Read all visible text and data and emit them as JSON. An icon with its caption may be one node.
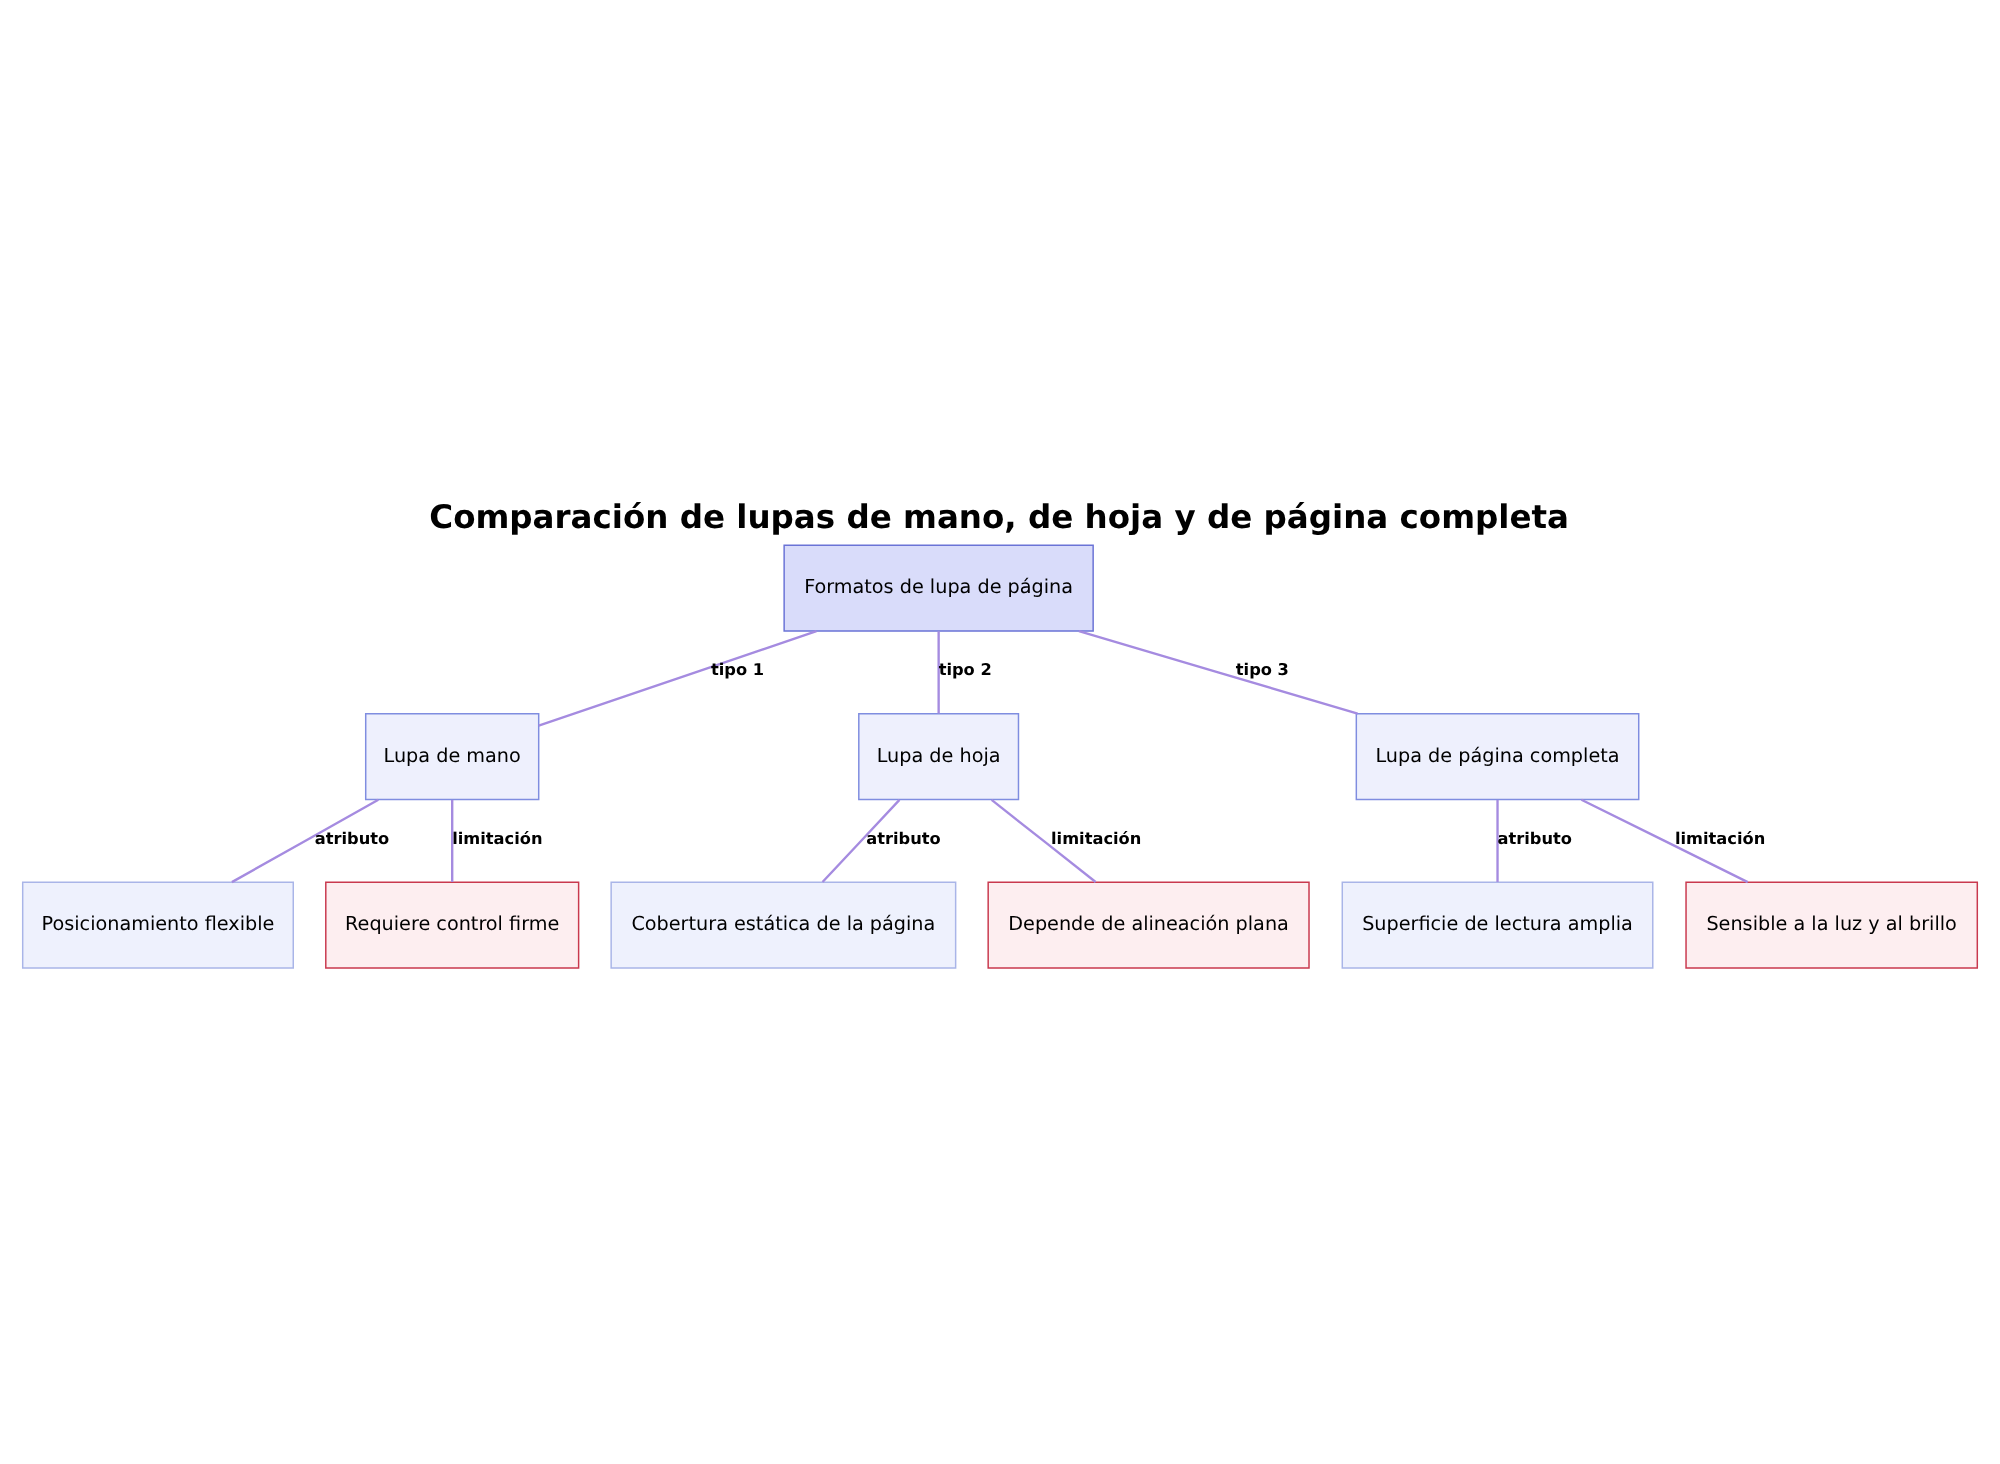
{
  "diagram": {
    "title": "Comparación de lupas de mano, de hoja y de página completa",
    "nodes": [
      {
        "text": [
          "Formatos de lupa de página"
        ]
      },
      {
        "text": [
          "Lupa de mano"
        ]
      },
      {
        "text": [
          "Lupa de hoja"
        ]
      },
      {
        "text": [
          "Lupa de página completa"
        ]
      },
      {
        "text": [
          "Posicionamiento flexible"
        ]
      },
      {
        "text": [
          "Requiere control firme"
        ]
      },
      {
        "text": [
          "Cobertura estática de la página"
        ]
      },
      {
        "text": [
          "Depende de alineación plana"
        ]
      },
      {
        "text": [
          "Superficie de lectura amplia"
        ]
      },
      {
        "text": [
          "Sensible a la luz y al brillo"
        ]
      }
    ],
    "edges": [
      {
        "from": 0,
        "to": 1,
        "arrow": "none",
        "label": "tipo 1"
      },
      {
        "from": 0,
        "to": 2,
        "arrow": "none",
        "label": "tipo 2"
      },
      {
        "from": 0,
        "to": 3,
        "arrow": "none",
        "label": "tipo 3"
      },
      {
        "from": 1,
        "to": 4,
        "arrow": "none",
        "label": "atributo"
      },
      {
        "from": 1,
        "to": 5,
        "arrow": "none",
        "label": "limitación"
      },
      {
        "from": 2,
        "to": 6,
        "arrow": "none",
        "label": "atributo"
      },
      {
        "from": 2,
        "to": 7,
        "arrow": "none",
        "label": "limitación"
      },
      {
        "from": 3,
        "to": 8,
        "arrow": "none",
        "label": "atributo"
      },
      {
        "from": 3,
        "to": 9,
        "arrow": "none",
        "label": "limitación"
      }
    ]
  }
}
